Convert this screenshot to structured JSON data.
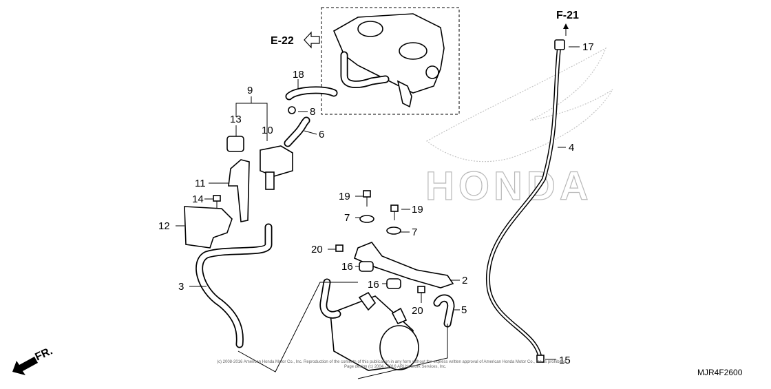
{
  "diagram": {
    "code": "MJR4F2600",
    "watermark": "HONDA",
    "copyright_line1": "(c) 2008-2016 American Honda Motor Co., Inc. Reproduction of the contents of this publication in any form without the express written approval of American Honda Motor Co., Inc. is prohibited.",
    "copyright_line2": "Page design (c) 2004 - 2016 ARI Network Services, Inc.",
    "refs": {
      "e22": "E-22",
      "f21": "F-21",
      "fr": "FR."
    },
    "callouts": {
      "c9": "9",
      "c13": "13",
      "c10": "10",
      "c11": "11",
      "c14": "14",
      "c12": "12",
      "c3": "3",
      "c18": "18",
      "c8": "8",
      "c6": "6",
      "c17": "17",
      "c4": "4",
      "c19a": "19",
      "c19b": "19",
      "c7a": "7",
      "c7b": "7",
      "c20a": "20",
      "c16a": "16",
      "c16b": "16",
      "c2": "2",
      "c20b": "20",
      "c5": "5",
      "c15": "15"
    }
  }
}
